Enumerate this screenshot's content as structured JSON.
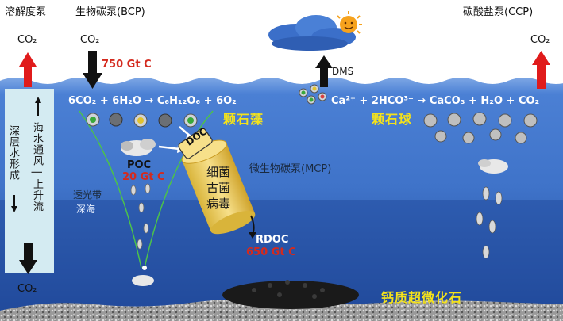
{
  "pumps": {
    "solubility": "溶解度泵",
    "biological": "生物碳泵(BCP)",
    "carbonate": "碳酸盐泵(CCP)",
    "microbial": "微生物碳泵(MCP)"
  },
  "co2": {
    "left_top": "CO₂",
    "bcp_top": "CO₂",
    "right_top": "CO₂",
    "bottom": "CO₂"
  },
  "fluxes": {
    "bcp": "750 Gt C",
    "poc": "20 Gt C",
    "rdoc": "650 Gt C"
  },
  "equations": {
    "photosynthesis": "6CO₂ + 6H₂O → C₆H₁₂O₆ + 6O₂",
    "calcification": "Ca²⁺ + 2HCO³⁻ → CaCO₃ + H₂O + CO₂"
  },
  "labels": {
    "coccolithophore": "颗石藻",
    "coccolith": "颗石球",
    "poc": "POC",
    "doc": "DOC",
    "rdoc": "RDOC",
    "dms": "DMS",
    "photic_zone": "透光带",
    "deep_sea": "深海",
    "sediment": "钙质超微化石",
    "deep_water_formation": "深层水形成",
    "ventilation_upwelling": "海水通风 | 上升流",
    "microbe_bacteria": "细菌",
    "microbe_archaea": "古菌",
    "microbe_virus": "病毒"
  },
  "colors": {
    "sky": "#ffffff",
    "ocean_surface": "#3f73c9",
    "ocean_deep": "#1f4a9c",
    "panel": "#d4ebf2",
    "red_arrow": "#e01b1b",
    "flux_red": "#d42a1e",
    "highlight_yellow": "#f4e21b",
    "mcp_cylinder": "#f3d463"
  }
}
